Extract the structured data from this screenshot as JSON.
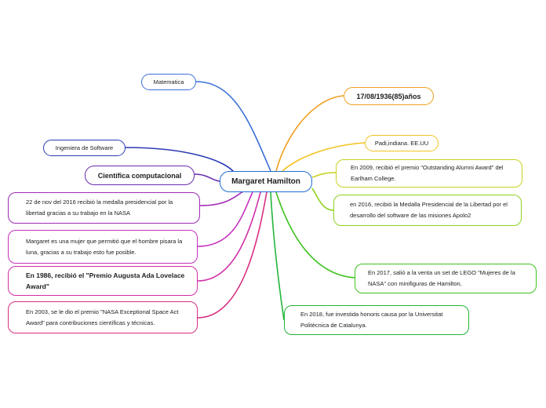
{
  "center": {
    "label": "Margaret Hamilton"
  },
  "left": [
    {
      "label": "Matematica",
      "color": "#3a6fd8"
    },
    {
      "label": "Ingeniera de Software",
      "color": "#2b3bb3"
    },
    {
      "label": "Científica computacional",
      "color": "#6a2bb0"
    },
    {
      "label": "22 de nov del 2016 recibió la medalla presidencial por la libertad  gracias a su trabajo en la NASA",
      "color": "#a02bb5"
    },
    {
      "label": "Margaret es una mujer que permitió que el hombre pisara la luna, gracias a su trabajo esto fue posible.",
      "color": "#c72fc0"
    },
    {
      "label": "En 1986, recibió el \"Premio Augusta Ada Lovelace Award\"",
      "color": "#d02fa8"
    },
    {
      "label": "En 2003, se le dio el premio \"NASA Exceptional Space Act Award\" para contribuciones científicas y técnicas.",
      "color": "#d82f80"
    }
  ],
  "right": [
    {
      "label": "17/08/1936(85)años",
      "color": "#f0a020"
    },
    {
      "label": "Padi,indiana. EE.UU",
      "color": "#f2c21f"
    },
    {
      "label": "En 2009, recibió el premio \"Outstanding Alumni Award\" del Earlham College.",
      "color": "#c8d21e"
    },
    {
      "label": "en 2016, recibió la Medalla Presidencial de la Libertad por el desarrollo del software de las misiones Apolo2",
      "color": "#8fd11f"
    },
    {
      "label": "En 2017, salió a la venta un set de LEGO \"Mujeres de la NASA\" con minifiguras de Hamilton,",
      "color": "#3cc21e"
    },
    {
      "label": "En 2018, fue investida honoris causa por la Universitat Politècnica de Catalunya.",
      "color": "#22b53a"
    }
  ]
}
